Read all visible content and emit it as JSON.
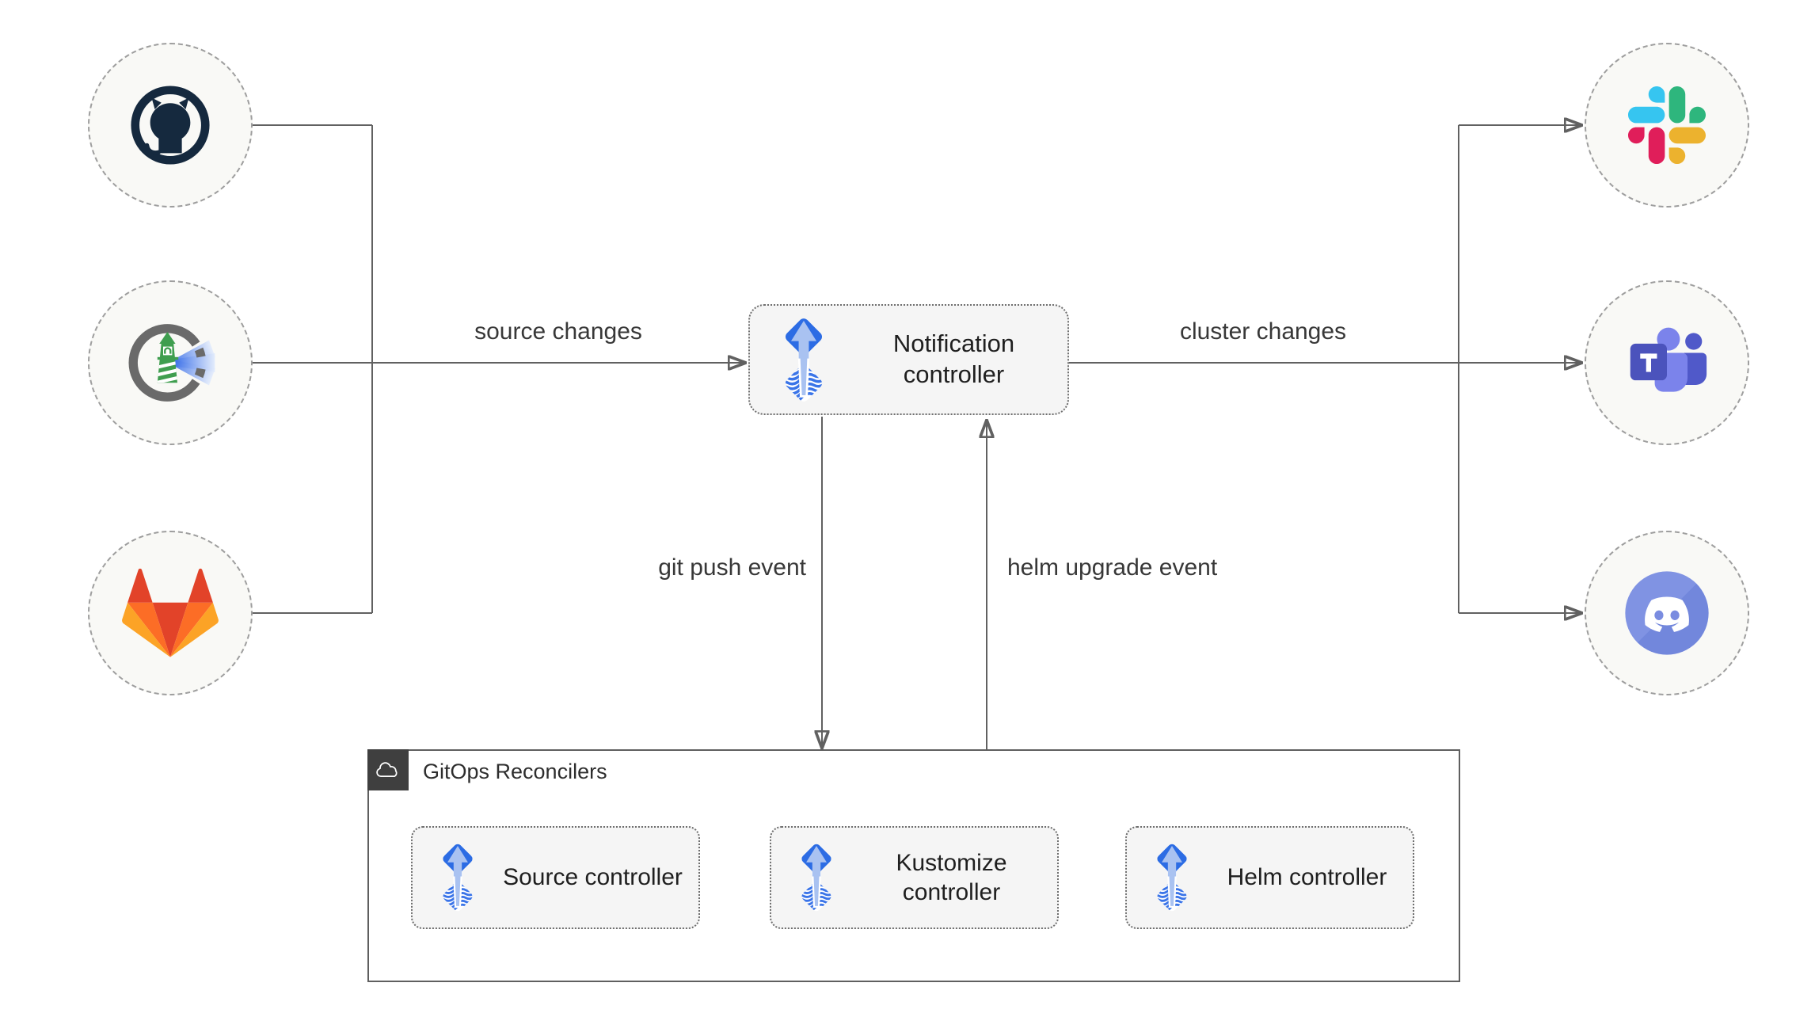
{
  "diagram": {
    "sources": [
      {
        "id": "github",
        "icon": "github-icon"
      },
      {
        "id": "image-registry",
        "icon": "lighthouse-registry-icon"
      },
      {
        "id": "gitlab",
        "icon": "gitlab-icon"
      }
    ],
    "notification_controller": {
      "label": "Notification controller",
      "icon": "flux-icon"
    },
    "alert_targets": [
      {
        "id": "slack",
        "icon": "slack-icon"
      },
      {
        "id": "microsoft-teams",
        "icon": "microsoft-teams-icon"
      },
      {
        "id": "discord",
        "icon": "discord-icon"
      }
    ],
    "edges": {
      "source_changes": "source changes",
      "cluster_changes": "cluster changes",
      "git_push_event": "git push event",
      "helm_upgrade_event": "helm upgrade event"
    },
    "reconcilers": {
      "label": "GitOps Reconcilers",
      "header_icon": "cloud-icon",
      "controllers": [
        {
          "label": "Source controller",
          "icon": "flux-icon"
        },
        {
          "label": "Kustomize controller",
          "icon": "flux-icon"
        },
        {
          "label": "Helm controller",
          "icon": "flux-icon"
        }
      ]
    },
    "colors": {
      "connector_line": "#616161",
      "node_fill": "#f5f5f5",
      "node_border": "#6e6e6e",
      "circle_fill": "#f9f9f6",
      "circle_border": "#9e9e9e",
      "container_border": "#5f5f5f",
      "container_header_bg": "#3f3f3f",
      "flux_blue": "#2c6ce4",
      "flux_light_blue": "#a9c2f1",
      "github_navy": "#15293e",
      "lighthouse_green": "#3f9e4f",
      "gitlab_red": "#e24329",
      "gitlab_orange": "#fc6d26",
      "gitlab_yellow": "#fca326",
      "slack_blue": "#36C5F0",
      "slack_green": "#2EB67D",
      "slack_red": "#E01E5A",
      "slack_yellow": "#ECB22E",
      "teams_purple": "#4b53bc",
      "teams_light_purple": "#7b83eb",
      "discord_blurple": "#7a8ce0"
    }
  }
}
